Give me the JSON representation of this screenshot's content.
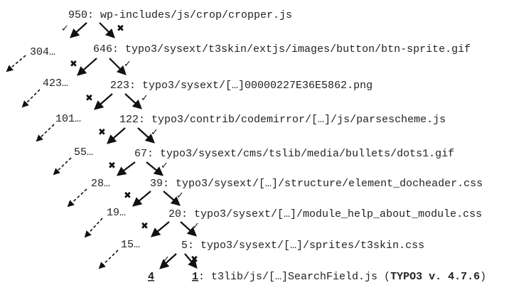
{
  "nodes": [
    {
      "count": "950",
      "path": ": wp-includes/js/crop/cropper.js"
    },
    {
      "count": "646",
      "path": ": typo3/sysext/t3skin/extjs/images/button/btn-sprite.gif"
    },
    {
      "count": "223",
      "path": ": typo3/sysext/[…]00000227E36E5862.png"
    },
    {
      "count": "122",
      "path": ": typo3/contrib/codemirror/[…]/js/parsescheme.js"
    },
    {
      "count": "67",
      "path": ": typo3/sysext/cms/tslib/media/bullets/dots1.gif"
    },
    {
      "count": "39",
      "path": ": typo3/sysext/[…]/structure/element_docheader.css"
    },
    {
      "count": "20",
      "path": ": typo3/sysext/[…]/module_help_about_module.css"
    },
    {
      "count": "5",
      "path": ": typo3/sysext/[…]/sprites/t3skin.css"
    }
  ],
  "pruned": [
    "304…",
    "423…",
    "101…",
    "55…",
    "28…",
    "19…",
    "15…"
  ],
  "leaf_left": "4",
  "leaf_right": {
    "count": "1",
    "path": ": t3lib/js/[…]SearchField.js (",
    "version": "TYPO3 v. 4.7.6",
    "close": ")"
  },
  "marks": {
    "check": "✓",
    "cross": "✖"
  }
}
